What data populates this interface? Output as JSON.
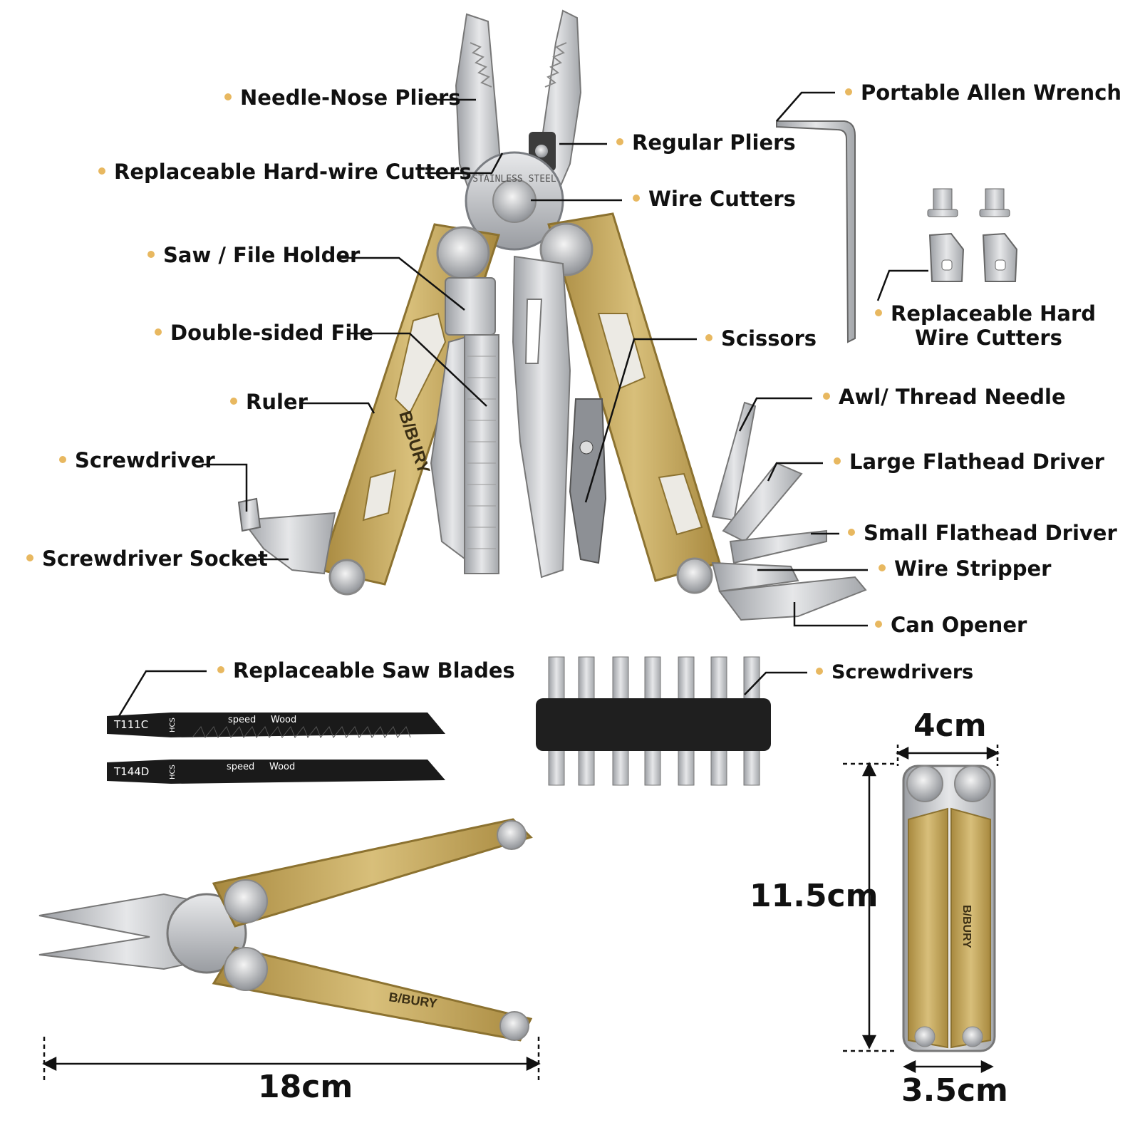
{
  "labels": {
    "needle_nose_pliers": "Needle-Nose Pliers",
    "regular_pliers": "Regular Pliers",
    "hard_wire_cutters": "Replaceable Hard-wire Cutters",
    "wire_cutters": "Wire Cutters",
    "portable_allen_wrench": "Portable Allen Wrench",
    "saw_file_holder": "Saw / File Holder",
    "double_sided_file": "Double-sided File",
    "scissors": "Scissors",
    "replaceable_hard_line1": "Replaceable Hard",
    "replaceable_hard_line2": "Wire Cutters",
    "ruler": "Ruler",
    "awl_thread_needle": "Awl/ Thread Needle",
    "screwdriver": "Screwdriver",
    "large_flathead_driver": "Large Flathead Driver",
    "small_flathead_driver": "Small Flathead Driver",
    "screwdriver_socket": "Screwdriver Socket",
    "wire_stripper": "Wire Stripper",
    "can_opener": "Can Opener",
    "replaceable_saw_blades": "Replaceable Saw Blades",
    "screwdrivers": "Screwdrivers"
  },
  "dimensions": {
    "length": "18cm",
    "height": "11.5cm",
    "width_top": "4cm",
    "width_bottom": "3.5cm"
  },
  "product_text": {
    "brand": "B/BURY",
    "stamp": "STAINLESS STEEL",
    "blade1_code": "T111C",
    "blade2_code": "T144D",
    "blade_material": "HCS",
    "blade_speed": "speed",
    "blade_wood": "Wood"
  },
  "colors": {
    "gold": "#c9ac62",
    "gold_dark": "#a88a44",
    "steel": "#c7c9cc",
    "steel_dark": "#8d9095",
    "bullet": "#e8b860"
  }
}
